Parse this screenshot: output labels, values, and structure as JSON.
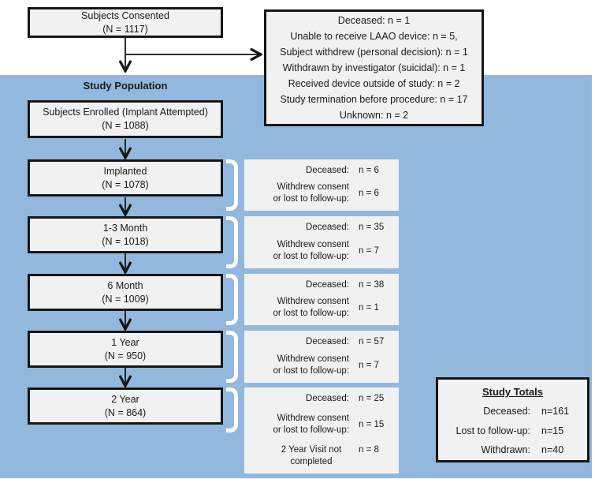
{
  "consent_box": {
    "title": "Subjects Consented",
    "n": "(N = 1117)"
  },
  "exclusion_box": {
    "lines": [
      "Deceased: n = 1",
      "Unable to receive LAAO device: n = 5,",
      "Subject withdrew (personal decision): n = 1",
      "Withdrawn by investigator (suicidal): n = 1",
      "Received device outside of study: n = 2",
      "Study termination before procedure: n = 17",
      "Unknown: n = 2"
    ]
  },
  "study_population": {
    "label": "Study Population",
    "enrolled_box": {
      "title": "Subjects Enrolled (Implant Attempted)",
      "n": "(N = 1088)"
    }
  },
  "stages": [
    {
      "title": "Implanted",
      "n": "(N = 1078)",
      "exclusions": [
        {
          "label_lines": [
            "Deceased:"
          ],
          "value": "n = 6"
        },
        {
          "label_lines": [
            "Withdrew consent",
            "or lost to follow-up:"
          ],
          "value": "n = 6"
        }
      ]
    },
    {
      "title": "1-3 Month",
      "n": "(N = 1018)",
      "exclusions": [
        {
          "label_lines": [
            "Deceased:"
          ],
          "value": "n = 35"
        },
        {
          "label_lines": [
            "Withdrew consent",
            "or lost to follow-up:"
          ],
          "value": "n = 7"
        }
      ]
    },
    {
      "title": "6 Month",
      "n": "(N = 1009)",
      "exclusions": [
        {
          "label_lines": [
            "Deceased:"
          ],
          "value": "n = 38"
        },
        {
          "label_lines": [
            "Withdrew consent",
            "or lost to follow-up:"
          ],
          "value": "n = 1"
        }
      ]
    },
    {
      "title": "1 Year",
      "n": "(N = 950)",
      "exclusions": [
        {
          "label_lines": [
            "Deceased:"
          ],
          "value": "n = 57"
        },
        {
          "label_lines": [
            "Withdrew consent",
            "or lost to follow-up:"
          ],
          "value": "n = 7"
        }
      ]
    },
    {
      "title": "2 Year",
      "n": "(N = 864)",
      "exclusions": [
        {
          "label_lines": [
            "Deceased:"
          ],
          "value": "n = 25"
        },
        {
          "label_lines": [
            "Withdrew consent",
            "or lost to follow-up:"
          ],
          "value": "n = 15"
        },
        {
          "label_lines": [
            "2 Year Visit not",
            "completed"
          ],
          "value": "n = 8"
        }
      ]
    }
  ],
  "study_totals": {
    "title": "Study Totals",
    "rows": [
      {
        "label": "Deceased:",
        "value": "n=161"
      },
      {
        "label": "Lost to follow-up:",
        "value": "n=15"
      },
      {
        "label": "Withdrawn:",
        "value": "n=40"
      }
    ]
  },
  "colors": {
    "background_blue": "#92b9dd",
    "box_fill": "#f1f1f1",
    "border_black": "#161616",
    "bracket_white": "#ffffff"
  }
}
